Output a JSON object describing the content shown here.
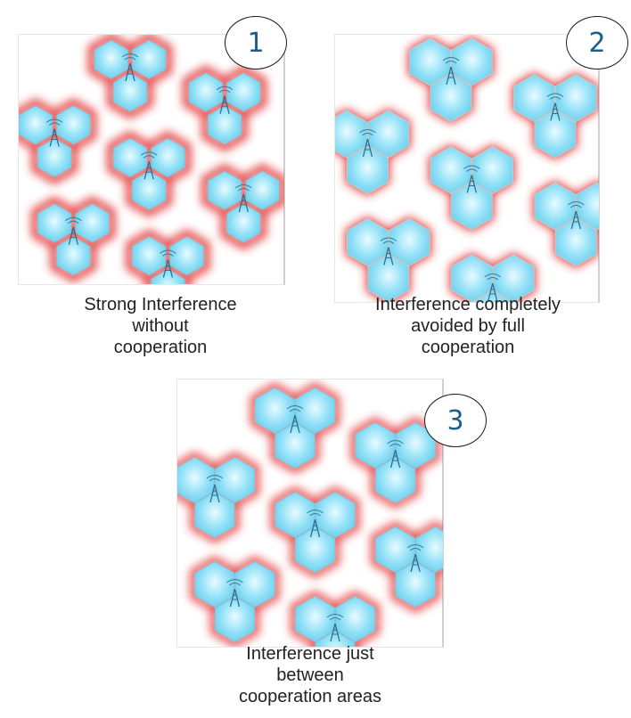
{
  "panels": [
    {
      "number": "1",
      "caption": [
        "Strong Interference",
        "without",
        "cooperation"
      ],
      "interference": "strong"
    },
    {
      "number": "2",
      "caption": [
        "Interference completely",
        "avoided by full",
        "cooperation"
      ],
      "interference": "none"
    },
    {
      "number": "3",
      "caption": [
        "Interference just",
        "between",
        "cooperation areas"
      ],
      "interference": "between-areas"
    }
  ],
  "colors": {
    "cell_fill": "#8fe0f7",
    "interference_glow": "#e0292b",
    "badge_number": "#1a5f8a"
  }
}
